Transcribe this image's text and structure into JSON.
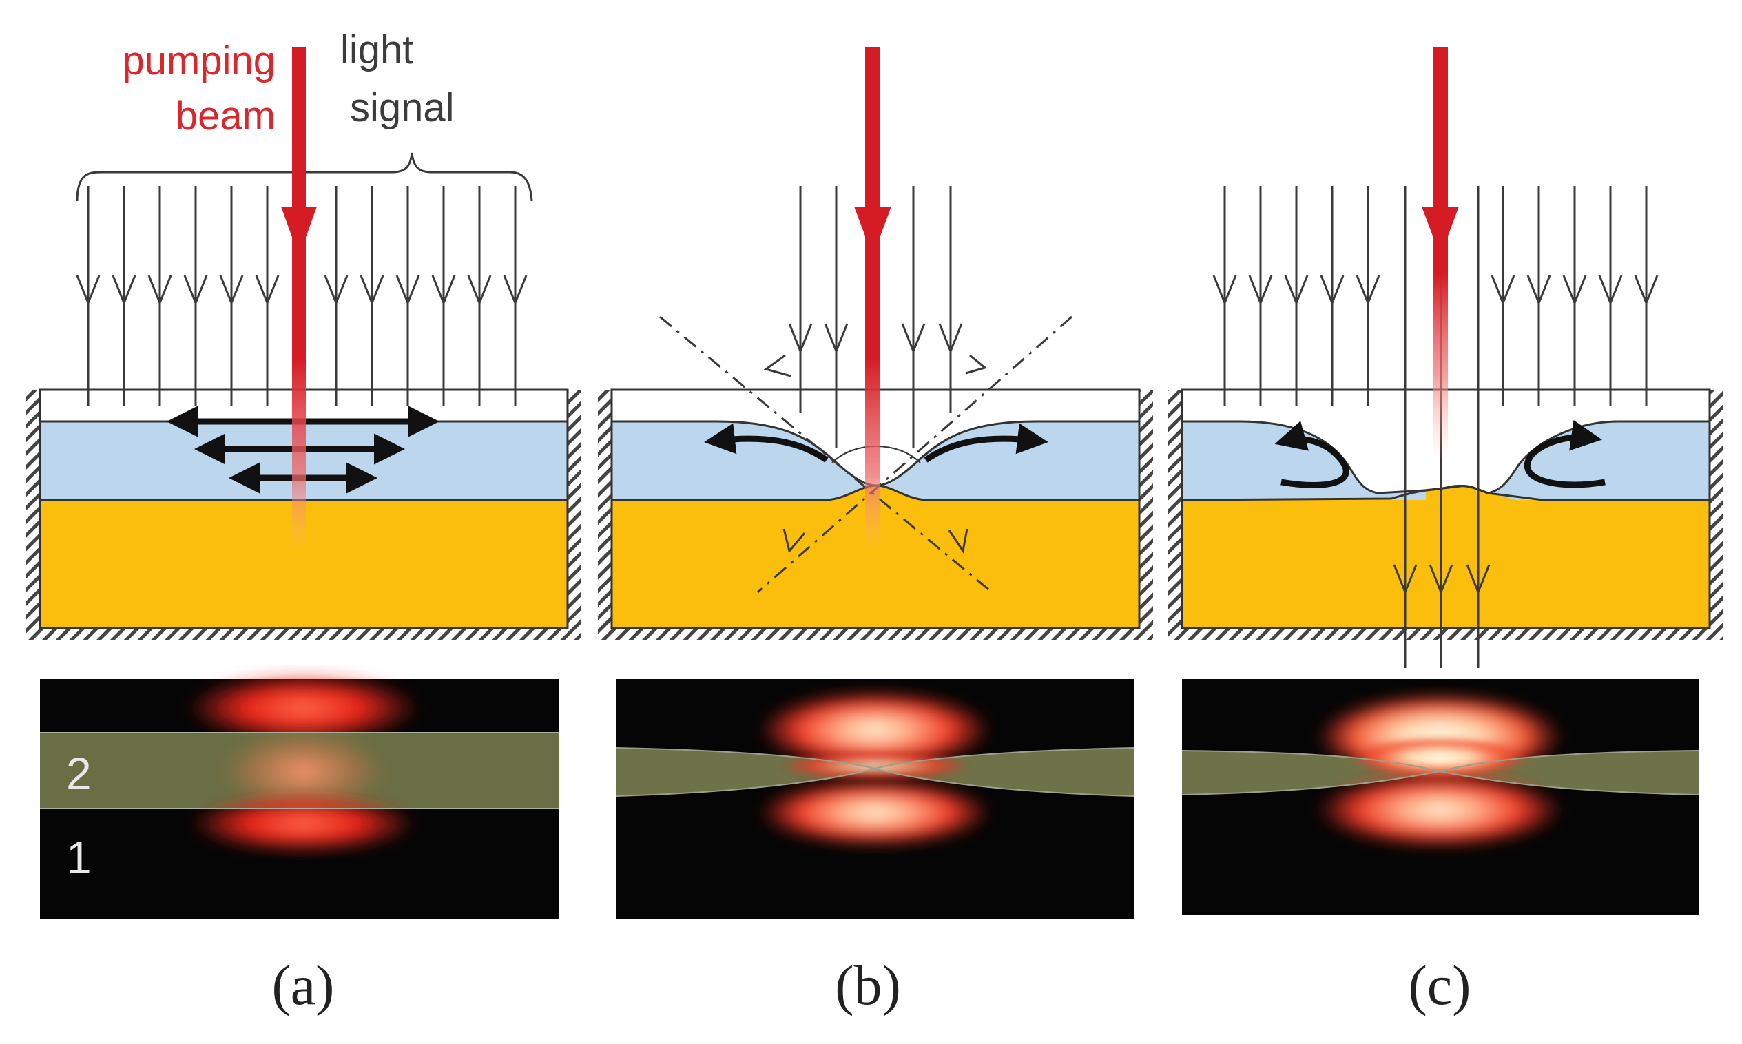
{
  "labels": {
    "pumping": "pumping",
    "beam": "beam",
    "light": "light",
    "signal": "signal",
    "layer_top": "2",
    "layer_bottom": "1"
  },
  "captions": [
    "(a)",
    "(b)",
    "(c)"
  ],
  "colors": {
    "pump_beam": "#d51c24",
    "liquid_top": "#bcd6ee",
    "liquid_bottom": "#fbbe0c",
    "container_hatch": "#444444",
    "ray": "#3a3a3a",
    "emission": "#ff3b1f",
    "band": "#74784c"
  }
}
